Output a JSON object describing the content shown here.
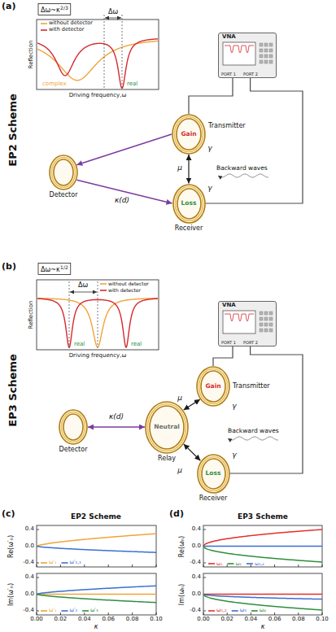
{
  "diagram": {
    "nodes": [
      {
        "text": [
          "VNA",
          "PORT 1",
          "PORT 2"
        ]
      },
      {
        "text": [
          "Gain",
          "Transmitter"
        ]
      },
      {
        "text": [
          "Loss",
          "Receiver"
        ]
      },
      {
        "text": [
          "Detector"
        ]
      },
      {
        "text": [
          "VNA",
          "PORT 1",
          "PORT 2"
        ]
      },
      {
        "text": [
          "Gain",
          "Transmitter"
        ]
      },
      {
        "text": [
          "Neutral",
          "Relay"
        ]
      },
      {
        "text": [
          "Loss",
          "Receiver"
        ]
      },
      {
        "text": [
          "Detector"
        ]
      }
    ],
    "edges": [
      {
        "from": 0,
        "to": 1,
        "arrow": "none"
      },
      {
        "from": 0,
        "to": 2,
        "arrow": "none"
      },
      {
        "from": 1,
        "to": 2,
        "label": "μ",
        "arrow": "both"
      },
      {
        "from": 1,
        "to": 3,
        "arrow": "to"
      },
      {
        "from": 3,
        "to": 2,
        "label": "κ(d)",
        "arrow": "to"
      },
      {
        "from": 4,
        "to": 5,
        "arrow": "none"
      },
      {
        "from": 4,
        "to": 7,
        "arrow": "none"
      },
      {
        "from": 8,
        "to": 6,
        "label": "κ(d)",
        "arrow": "both"
      },
      {
        "from": 6,
        "to": 5,
        "label": "μ",
        "arrow": "both"
      },
      {
        "from": 6,
        "to": 7,
        "label": "μ",
        "arrow": "both"
      }
    ],
    "labels": [
      "(a)",
      "EP2 Scheme",
      "Δω~κ",
      "2/3",
      "Δω",
      "Reflection",
      "Driving frequency,ω",
      "complex",
      "real",
      "γ",
      "γ",
      "Backward waves",
      "(b)",
      "EP3 Scheme",
      "Δω~κ",
      "1/2",
      "Δω",
      "Reflection",
      "Driving frequency,ω",
      "real",
      "real",
      "γ",
      "γ",
      "Backward waves",
      "(c)",
      "EP2 Scheme",
      "Re(ω′ₙ)",
      "Im(ω′ₙ)",
      "0.4",
      "0.0",
      "-0.4",
      "0.4",
      "0.0",
      "-0.4",
      "0.00",
      "0.02",
      "0.04",
      "0.06",
      "0.08",
      "0.10",
      "κ",
      "(d)",
      "EP3 Scheme",
      "Re(ωₙ)",
      "Im(ωₙ)",
      "0.4",
      "0.0",
      "-0.4",
      "0.4",
      "0.0",
      "-0.4",
      "0.00",
      "0.02",
      "0.04",
      "0.06",
      "0.08",
      "0.10",
      "κ"
    ],
    "legend": [
      {
        "text": "without detector"
      },
      {
        "text": "with detector"
      },
      {
        "text": "without detector"
      },
      {
        "text": "with detector"
      },
      {
        "text": "ω′₁"
      },
      {
        "text": "ω′₂,₃"
      },
      {
        "text": "ω′₁"
      },
      {
        "text": "ω′₂"
      },
      {
        "text": "ω′₃"
      },
      {
        "text": "ω₁"
      },
      {
        "text": "ω₂"
      },
      {
        "text": "ω₃,₄"
      },
      {
        "text": "ω₁,₂"
      },
      {
        "text": "ω₃"
      },
      {
        "text": "ω₄"
      }
    ]
  }
}
